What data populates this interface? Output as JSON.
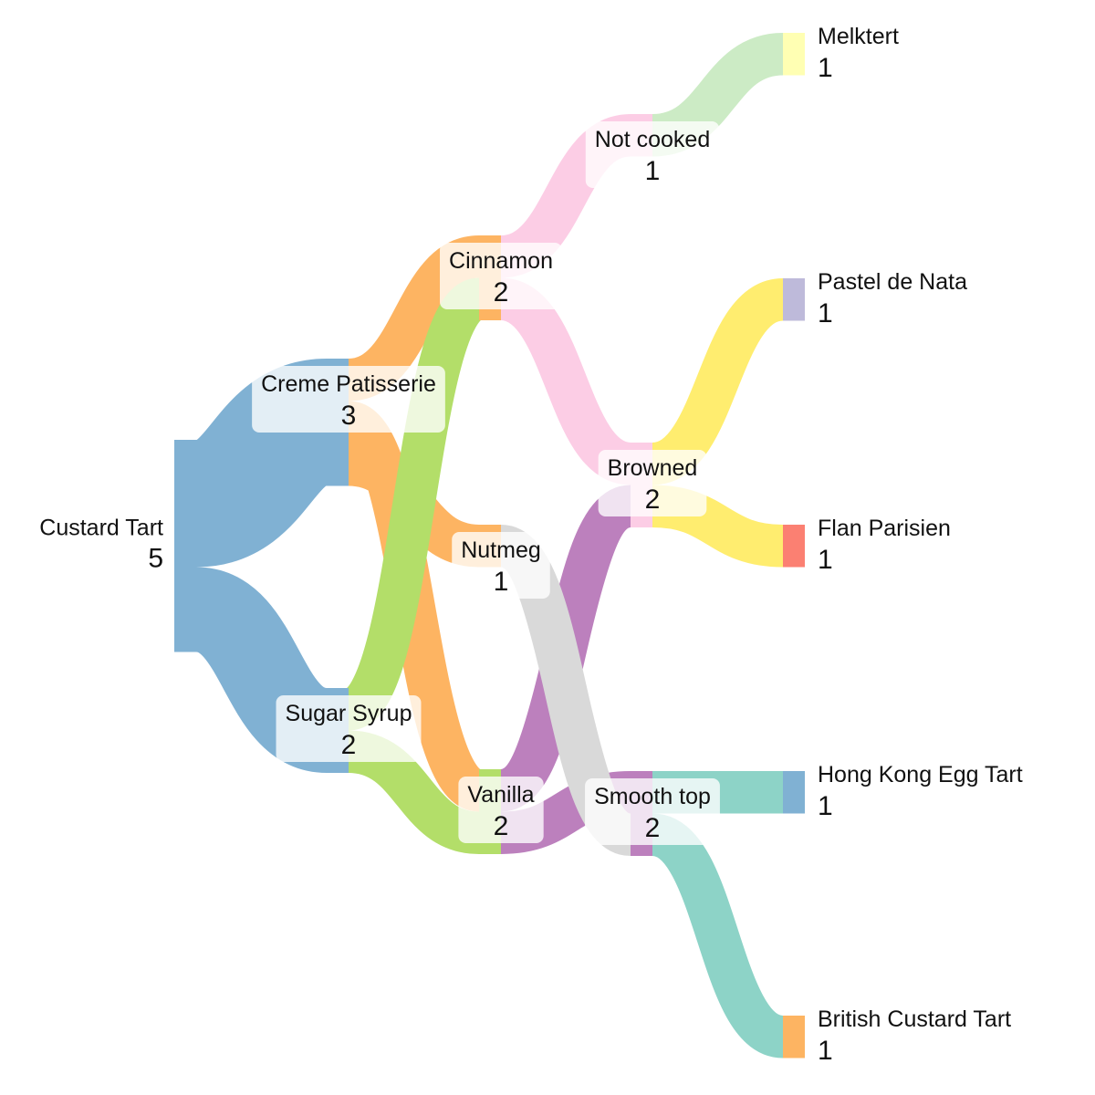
{
  "chart_data": {
    "type": "sankey",
    "nodes": [
      {
        "id": "custard",
        "name": "Custard Tart",
        "value": 5,
        "color": "#80b1d3"
      },
      {
        "id": "creme",
        "name": "Creme Patisserie",
        "value": 3,
        "color": "#80b1d3"
      },
      {
        "id": "syrup",
        "name": "Sugar Syrup",
        "value": 2,
        "color": "#80b1d3"
      },
      {
        "id": "cinnamon",
        "name": "Cinnamon",
        "value": 2,
        "color": "#fdb462"
      },
      {
        "id": "nutmeg",
        "name": "Nutmeg",
        "value": 1,
        "color": "#fdb462"
      },
      {
        "id": "vanilla",
        "name": "Vanilla",
        "value": 2,
        "color": "#b3de69"
      },
      {
        "id": "notcooked",
        "name": "Not cooked",
        "value": 1,
        "color": "#fccde5"
      },
      {
        "id": "browned",
        "name": "Browned",
        "value": 2,
        "color": "#fccde5"
      },
      {
        "id": "smooth",
        "name": "Smooth top",
        "value": 2,
        "color": "#bc80bd"
      },
      {
        "id": "melktert",
        "name": "Melktert",
        "value": 1,
        "color": "#ffffb3"
      },
      {
        "id": "nata",
        "name": "Pastel de Nata",
        "value": 1,
        "color": "#bebada"
      },
      {
        "id": "flan",
        "name": "Flan Parisien",
        "value": 1,
        "color": "#fb8072"
      },
      {
        "id": "hongkong",
        "name": "Hong Kong Egg Tart",
        "value": 1,
        "color": "#80b1d3"
      },
      {
        "id": "british",
        "name": "British Custard Tart",
        "value": 1,
        "color": "#fdb462"
      }
    ],
    "links": [
      {
        "source": "custard",
        "target": "creme",
        "value": 3,
        "color": "#80b1d3"
      },
      {
        "source": "custard",
        "target": "syrup",
        "value": 2,
        "color": "#80b1d3"
      },
      {
        "source": "creme",
        "target": "cinnamon",
        "value": 1,
        "color": "#fdb462"
      },
      {
        "source": "creme",
        "target": "vanilla",
        "value": 1,
        "color": "#fdb462"
      },
      {
        "source": "creme",
        "target": "nutmeg",
        "value": 1,
        "color": "#fdb462"
      },
      {
        "source": "syrup",
        "target": "cinnamon",
        "value": 1,
        "color": "#b3de69"
      },
      {
        "source": "syrup",
        "target": "vanilla",
        "value": 1,
        "color": "#b3de69"
      },
      {
        "source": "cinnamon",
        "target": "notcooked",
        "value": 1,
        "color": "#fccde5"
      },
      {
        "source": "cinnamon",
        "target": "browned",
        "value": 1,
        "color": "#fccde5"
      },
      {
        "source": "vanilla",
        "target": "browned",
        "value": 1,
        "color": "#bc80bd"
      },
      {
        "source": "vanilla",
        "target": "smooth",
        "value": 1,
        "color": "#bc80bd"
      },
      {
        "source": "nutmeg",
        "target": "smooth",
        "value": 1,
        "color": "#d9d9d9"
      },
      {
        "source": "notcooked",
        "target": "melktert",
        "value": 1,
        "color": "#ccebc5"
      },
      {
        "source": "browned",
        "target": "nata",
        "value": 1,
        "color": "#ffed6f"
      },
      {
        "source": "browned",
        "target": "flan",
        "value": 1,
        "color": "#ffed6f"
      },
      {
        "source": "smooth",
        "target": "hongkong",
        "value": 1,
        "color": "#8dd3c7"
      },
      {
        "source": "smooth",
        "target": "british",
        "value": 1,
        "color": "#8dd3c7"
      }
    ]
  }
}
